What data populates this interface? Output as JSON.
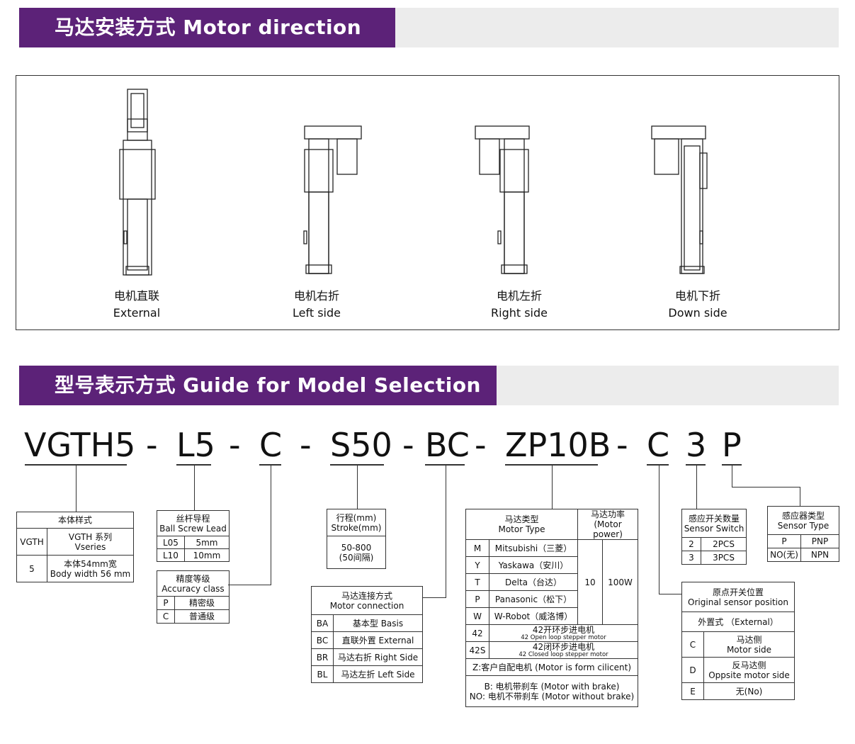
{
  "sections": {
    "motor_direction_title": "马达安装方式  Motor direction",
    "model_selection_title": "型号表示方式  Guide for Model Selection"
  },
  "directions": [
    {
      "cn": "电机直联",
      "en": "External"
    },
    {
      "cn": "电机右折",
      "en": "Left side"
    },
    {
      "cn": "电机左折",
      "en": "Right side"
    },
    {
      "cn": "电机下折",
      "en": "Down side"
    }
  ],
  "model_code": {
    "body": "VGTH5",
    "lead": "L5",
    "accuracy": "C",
    "stroke": "S50",
    "connection": "BC",
    "motor": "ZP10B",
    "sensor_pos": "C",
    "sensor_qty": "3",
    "sensor_type": "P",
    "dash": "-"
  },
  "body_table": {
    "header": "本体样式",
    "rows": [
      {
        "code": "VGTH",
        "desc1": "VGTH 系列",
        "desc2": "Vseries"
      },
      {
        "code": "5",
        "desc1": "本体54mm宽",
        "desc2": "Body width 56 mm"
      }
    ]
  },
  "lead_table": {
    "header1": "丝杆导程",
    "header2": "Ball Screw Lead",
    "rows": [
      {
        "code": "L05",
        "val": "5mm"
      },
      {
        "code": "L10",
        "val": "10mm"
      }
    ]
  },
  "accuracy_table": {
    "header1": "精度等级",
    "header2": "Accuracy class",
    "rows": [
      {
        "code": "P",
        "val": "精密级"
      },
      {
        "code": "C",
        "val": "普通级"
      }
    ]
  },
  "stroke_table": {
    "header1": "行程(mm)",
    "header2": "Stroke(mm)",
    "val1": "50-800",
    "val2": "(50间隔)"
  },
  "connection_table": {
    "header1": "马达连接方式",
    "header2": "Motor connection",
    "rows": [
      {
        "code": "BA",
        "val": "基本型 Basis"
      },
      {
        "code": "BC",
        "val": "直联外置 External"
      },
      {
        "code": "BR",
        "val": "马达右折 Right Side"
      },
      {
        "code": "BL",
        "val": "马达左折 Left Side"
      }
    ]
  },
  "motor_table": {
    "type_h1": "马达类型",
    "type_h2": "Motor Type",
    "power_h1": "马达功率",
    "power_h2": "(Motor power)",
    "rows": [
      {
        "code": "M",
        "val": "Mitsubishi（三菱）"
      },
      {
        "code": "Y",
        "val": "Yaskawa（安川）"
      },
      {
        "code": "T",
        "val": "Delta（台达）"
      },
      {
        "code": "P",
        "val": "Panasonic（松下）"
      },
      {
        "code": "W",
        "val": "W-Robot（威洛博）"
      }
    ],
    "power_code": "10",
    "power_val": "100W",
    "stepper": [
      {
        "code": "42",
        "cn": "42开环步进电机",
        "en": "42 Open loop stepper motor"
      },
      {
        "code": "42S",
        "cn": "42闭环步进电机",
        "en": "42 Closed loop stepper motor"
      }
    ],
    "custom": "Z:客户自配电机 (Motor is form cilicent)",
    "brake1": "B: 电机带刹车  (Motor with brake)",
    "brake2": "NO: 电机不带刹车 (Motor without brake)"
  },
  "sensor_qty_table": {
    "header1": "感应开关数量",
    "header2": "Sensor Switch",
    "rows": [
      {
        "code": "2",
        "val": "2PCS"
      },
      {
        "code": "3",
        "val": "3PCS"
      }
    ]
  },
  "sensor_type_table": {
    "header1": "感应器类型",
    "header2": "Sensor Type",
    "rows": [
      {
        "code": "P",
        "val": "PNP"
      },
      {
        "code": "NO(无)",
        "val": "NPN"
      }
    ]
  },
  "origin_table": {
    "header1": "原点开关位置",
    "header2": "Original sensor position",
    "external": "外置式  （External）",
    "rows": [
      {
        "code": "C",
        "val1": "马达侧",
        "val2": "Motor side"
      },
      {
        "code": "D",
        "val1": "反马达侧",
        "val2": "Oppsite motor side"
      },
      {
        "code": "E",
        "val1": "无(No)",
        "val2": ""
      }
    ]
  },
  "colors": {
    "accent": "#5c2278",
    "bar": "#ececec",
    "line": "#333333"
  }
}
